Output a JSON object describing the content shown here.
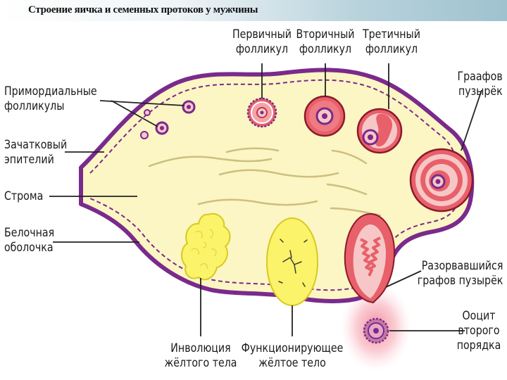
{
  "title": "Строение яичка и семенных протоков у мужчины",
  "labels": {
    "primordial": [
      "Примордиальные",
      "фолликулы"
    ],
    "germinal": [
      "Зачатковый",
      "эпителий"
    ],
    "stroma": [
      "Строма"
    ],
    "albuginea": [
      "Белочная",
      "оболочка"
    ],
    "primary": [
      "Первичный",
      "фолликул"
    ],
    "secondary": [
      "Вторичный",
      "фолликул"
    ],
    "tertiary": [
      "Третичный",
      "фолликул"
    ],
    "graafian": [
      "Граафов",
      "пузырёк"
    ],
    "ruptured": [
      "Разорвавшийся",
      "графов пузырёк"
    ],
    "oocyte": [
      "Ооцит",
      "второго",
      "порядка"
    ],
    "involution": [
      "Инволюция",
      "жёлтого тела"
    ],
    "functioning": [
      "Функционирующее",
      "жёлтое тело"
    ]
  },
  "colors": {
    "stroma": "#fbf6c3",
    "capsule": "#7a2a8c",
    "follicle": "#e8606a",
    "follicle_light": "#f7c7c7",
    "corpus_luteum": "#fbf36a"
  }
}
